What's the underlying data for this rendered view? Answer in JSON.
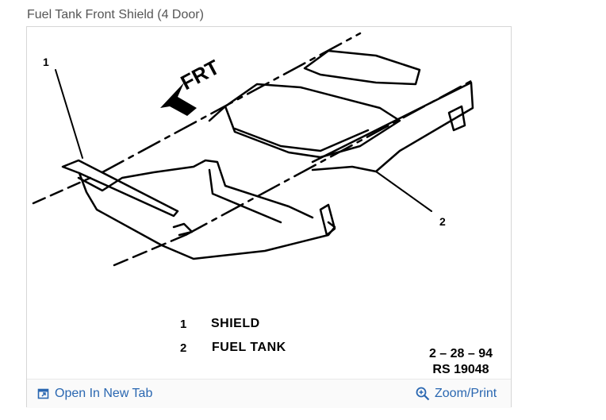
{
  "page": {
    "title": "Fuel Tank Front Shield (4 Door)"
  },
  "diagram": {
    "direction_label": "FRT",
    "callouts": [
      "1",
      "2"
    ],
    "legend": [
      {
        "num": "1",
        "text": "SHIELD"
      },
      {
        "num": "2",
        "text": "FUEL TANK"
      }
    ],
    "date": "2 – 28 – 94",
    "ref": "RS 19048"
  },
  "footer": {
    "open_label": "Open In New Tab",
    "zoom_label": "Zoom/Print",
    "open_icon": "open-new-tab-icon",
    "zoom_icon": "zoom-magnifier-icon",
    "link_color": "#2a67b1"
  }
}
